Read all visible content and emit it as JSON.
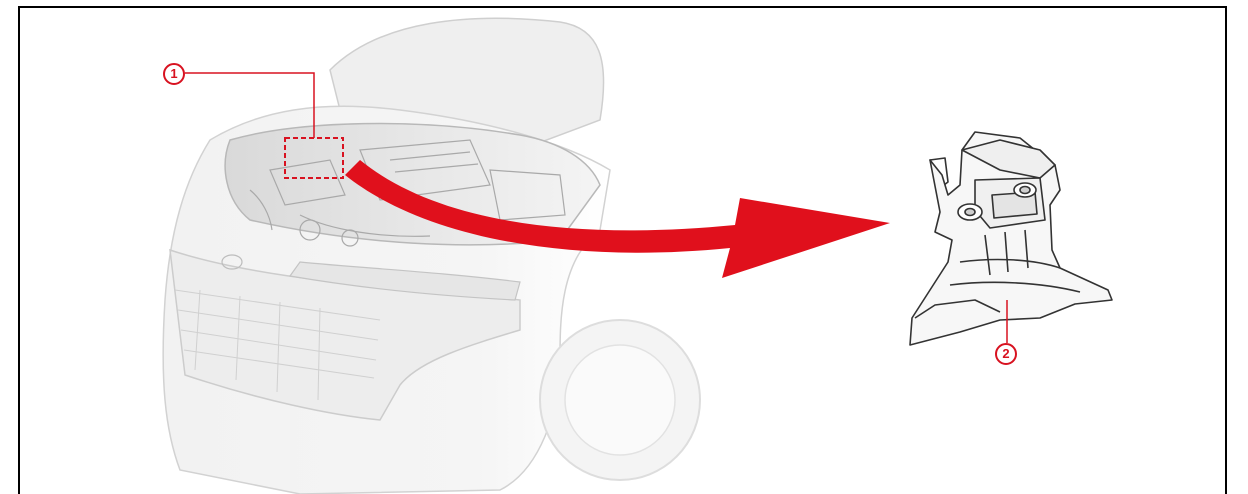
{
  "callouts": {
    "engine_location": "1",
    "engine_mount": "2"
  },
  "colors": {
    "accent": "#d81220",
    "line_art": "#7a7a7a",
    "frame": "#000000"
  },
  "icons": {
    "vehicle": "car-front-illustration",
    "part": "engine-mount-illustration",
    "pointer": "curved-arrow-icon"
  }
}
